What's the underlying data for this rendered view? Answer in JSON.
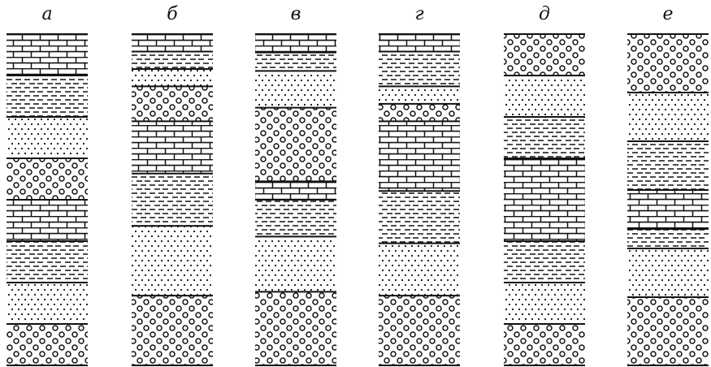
{
  "columns": [
    {
      "label": "а",
      "layers": [
        {
          "rock": "limestone",
          "thickness": 2.5
        },
        {
          "rock": "shale",
          "thickness": 2.5
        },
        {
          "rock": "sandstone",
          "thickness": 2.5
        },
        {
          "rock": "conglomerate",
          "thickness": 2.5
        },
        {
          "rock": "limestone",
          "thickness": 2.5
        },
        {
          "rock": "shale",
          "thickness": 2.5
        },
        {
          "rock": "sandstone",
          "thickness": 2.5
        },
        {
          "rock": "conglomerate",
          "thickness": 2.5
        }
      ]
    },
    {
      "label": "б",
      "layers": [
        {
          "rock": "limestone",
          "thickness": 1
        },
        {
          "rock": "shale",
          "thickness": 1
        },
        {
          "rock": "sandstone",
          "thickness": 1
        },
        {
          "rock": "conglomerate",
          "thickness": 2
        },
        {
          "rock": "limestone",
          "thickness": 3
        },
        {
          "rock": "shale",
          "thickness": 3
        },
        {
          "rock": "sandstone",
          "thickness": 4
        },
        {
          "rock": "conglomerate",
          "thickness": 4
        }
      ]
    },
    {
      "label": "в",
      "layers": [
        {
          "rock": "limestone",
          "thickness": 1
        },
        {
          "rock": "shale",
          "thickness": 1
        },
        {
          "rock": "sandstone",
          "thickness": 2
        },
        {
          "rock": "conglomerate",
          "thickness": 4
        },
        {
          "rock": "limestone",
          "thickness": 1
        },
        {
          "rock": "shale",
          "thickness": 2
        },
        {
          "rock": "sandstone",
          "thickness": 3
        },
        {
          "rock": "conglomerate",
          "thickness": 4
        }
      ]
    },
    {
      "label": "г",
      "layers": [
        {
          "rock": "limestone",
          "thickness": 1
        },
        {
          "rock": "shale",
          "thickness": 2
        },
        {
          "rock": "sandstone",
          "thickness": 1
        },
        {
          "rock": "conglomerate",
          "thickness": 1
        },
        {
          "rock": "limestone",
          "thickness": 4
        },
        {
          "rock": "shale",
          "thickness": 3
        },
        {
          "rock": "sandstone",
          "thickness": 3
        },
        {
          "rock": "conglomerate",
          "thickness": 4
        }
      ]
    },
    {
      "label": "д",
      "layers": [
        {
          "rock": "conglomerate",
          "thickness": 2.5
        },
        {
          "rock": "sandstone",
          "thickness": 2.5
        },
        {
          "rock": "shale",
          "thickness": 2.5
        },
        {
          "rock": "limestone",
          "thickness": 5
        },
        {
          "rock": "shale",
          "thickness": 2.5
        },
        {
          "rock": "sandstone",
          "thickness": 2.5
        },
        {
          "rock": "conglomerate",
          "thickness": 2.5
        }
      ]
    },
    {
      "label": "е",
      "layers": [
        {
          "rock": "conglomerate",
          "thickness": 3
        },
        {
          "rock": "sandstone",
          "thickness": 2.5
        },
        {
          "rock": "shale",
          "thickness": 2.5
        },
        {
          "rock": "limestone",
          "thickness": 2
        },
        {
          "rock": "shale",
          "thickness": 1
        },
        {
          "rock": "sandstone",
          "thickness": 2.5
        },
        {
          "rock": "conglomerate",
          "thickness": 3.5
        }
      ]
    }
  ]
}
